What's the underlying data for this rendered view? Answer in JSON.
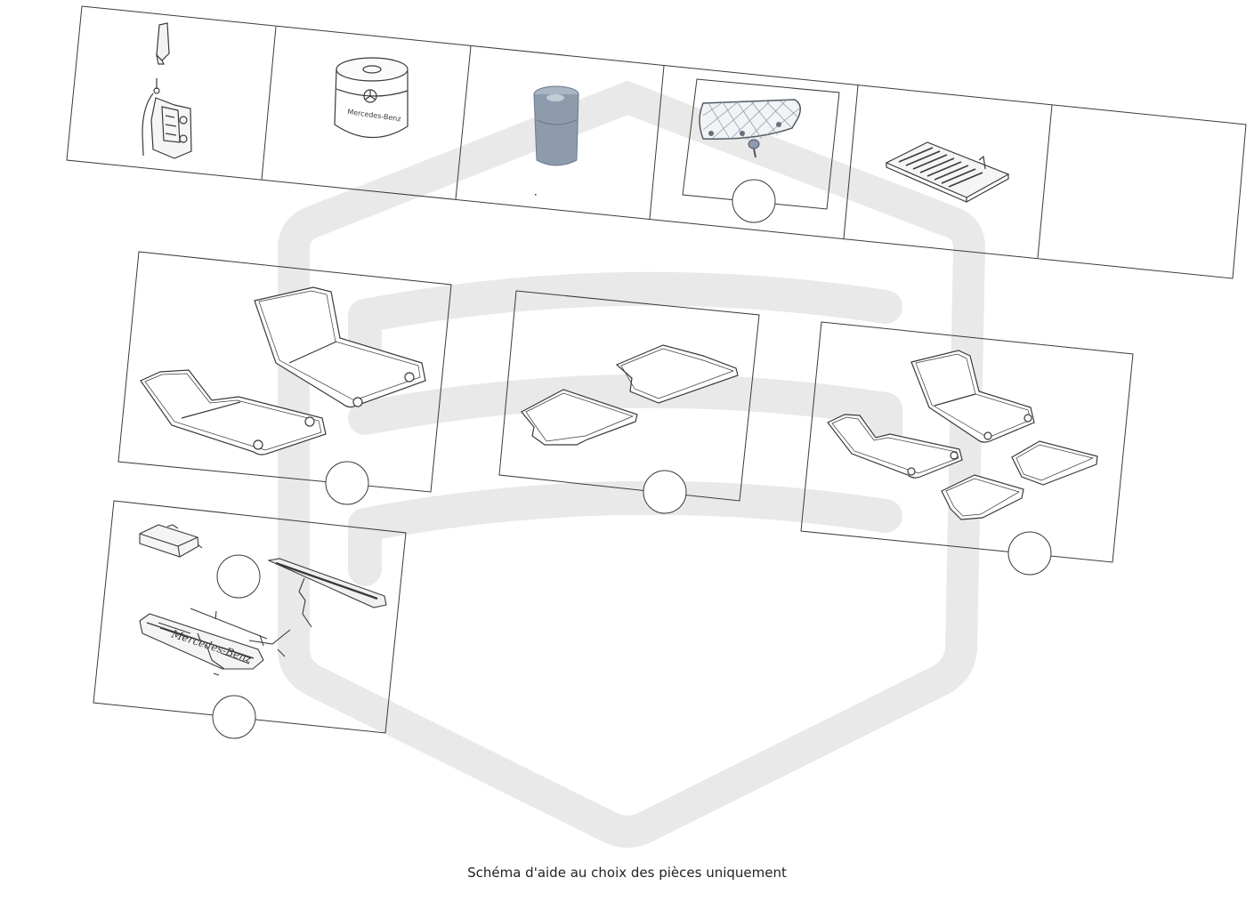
{
  "caption": "Schéma d'aide au choix des pièces uniquement",
  "images": {
    "can_badge_text": "Mercedes-Benz",
    "sill_badge_text": "Mercedes-Benz"
  },
  "colors": {
    "line": "#3a3a3a",
    "watermark": "#e9e9e9",
    "ashtray": "#8d9bac"
  }
}
